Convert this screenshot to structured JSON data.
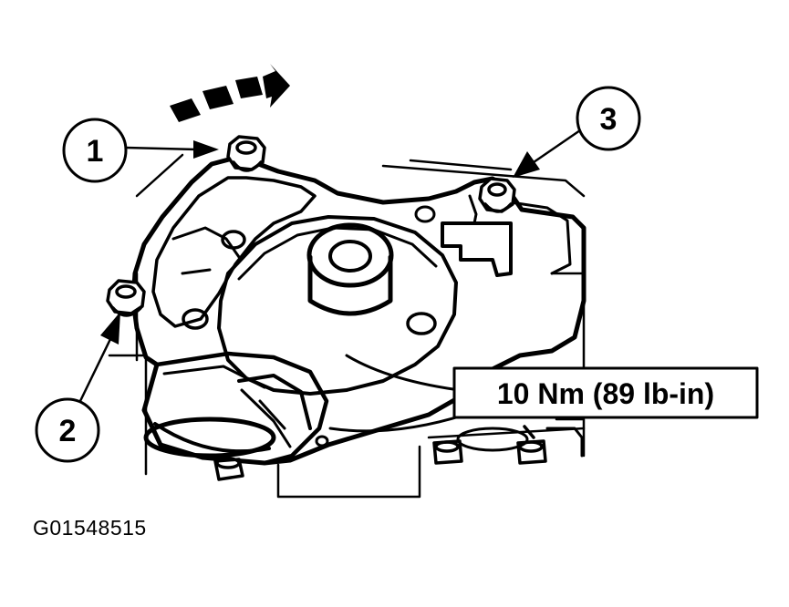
{
  "callouts": [
    {
      "id": "1",
      "label": "1"
    },
    {
      "id": "2",
      "label": "2"
    },
    {
      "id": "3",
      "label": "3"
    }
  ],
  "torque_spec": "10 Nm (89 lb-in)",
  "figure_id": "G01548515",
  "colors": {
    "ink": "#000000",
    "paper": "#ffffff"
  }
}
